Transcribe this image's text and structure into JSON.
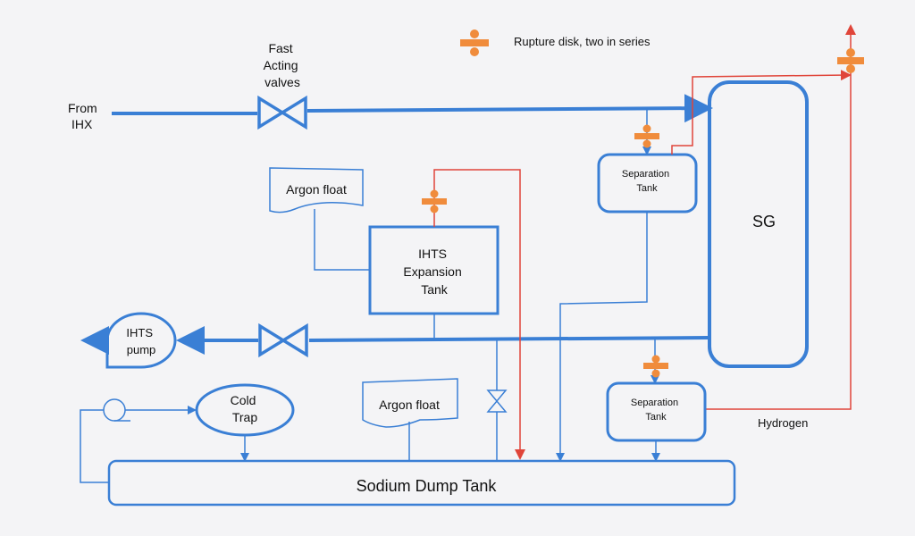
{
  "labels": {
    "from_ihx": [
      "From",
      "IHX"
    ],
    "fast_acting_valves": [
      "Fast",
      "Acting",
      "valves"
    ],
    "legend_rupture": "Rupture disk, two  in series",
    "argon_float_top": "Argon float",
    "argon_float_bottom": "Argon float",
    "ihts_expansion_tank": [
      "IHTS",
      "Expansion",
      "Tank"
    ],
    "separation_tank_top": [
      "Separation",
      "Tank"
    ],
    "separation_tank_bottom": [
      "Separation",
      "Tank"
    ],
    "sg": "SG",
    "ihts_pump": [
      "IHTS",
      "pump"
    ],
    "cold_trap": [
      "Cold",
      "Trap"
    ],
    "sodium_dump_tank": "Sodium Dump Tank",
    "hydrogen": "Hydrogen"
  },
  "colors": {
    "background": "#f4f4f6",
    "pipe_blue": "#3a7fd5",
    "line_red": "#e0453a",
    "rupture_disk": "#f08c3c",
    "ink": "#111111"
  }
}
